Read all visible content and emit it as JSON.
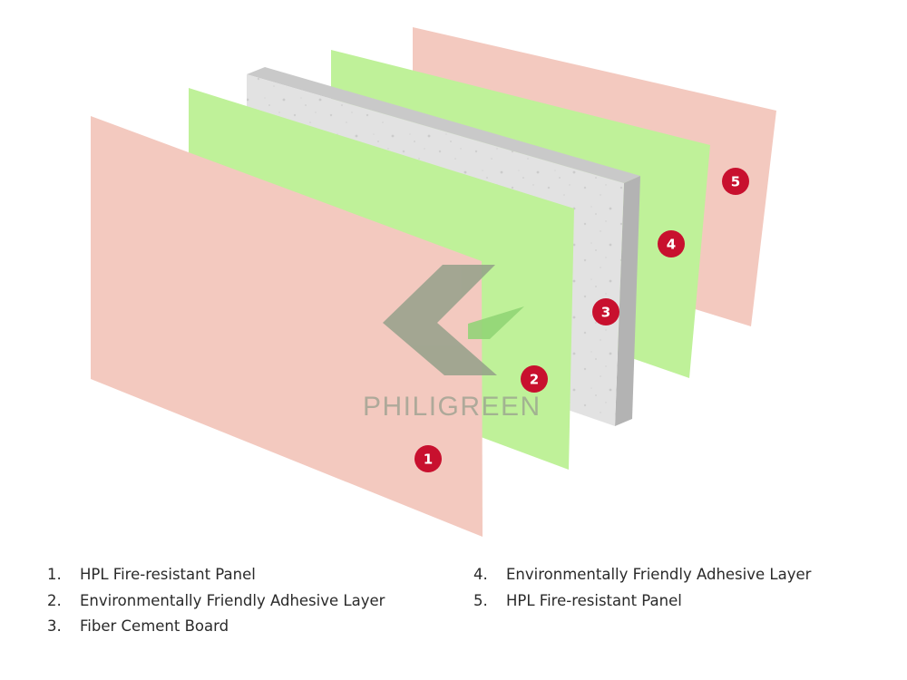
{
  "brand": {
    "name": "PHILIGREEN"
  },
  "colors": {
    "hpl_panel": "#f3c9bf",
    "adhesive_layer": "#bff199",
    "fiber_cement": "#dcdcdc",
    "badge": "#c8102e",
    "logo_dark": "#94a089",
    "logo_green": "#8fd474"
  },
  "layers": [
    {
      "number": "1",
      "label": "HPL Fire-resistant Panel"
    },
    {
      "number": "2",
      "label": "Environmentally Friendly Adhesive Layer"
    },
    {
      "number": "3",
      "label": "Fiber Cement Board"
    },
    {
      "number": "4",
      "label": "Environmentally Friendly Adhesive Layer"
    },
    {
      "number": "5",
      "label": "HPL Fire-resistant Panel"
    }
  ],
  "legend": {
    "left": [
      {
        "number": "1.",
        "label": "HPL Fire-resistant Panel"
      },
      {
        "number": "2.",
        "label": "Environmentally Friendly Adhesive Layer"
      },
      {
        "number": "3.",
        "label": "Fiber Cement Board"
      }
    ],
    "right": [
      {
        "number": "4.",
        "label": "Environmentally Friendly Adhesive Layer"
      },
      {
        "number": "5.",
        "label": "HPL Fire-resistant Panel"
      }
    ]
  }
}
